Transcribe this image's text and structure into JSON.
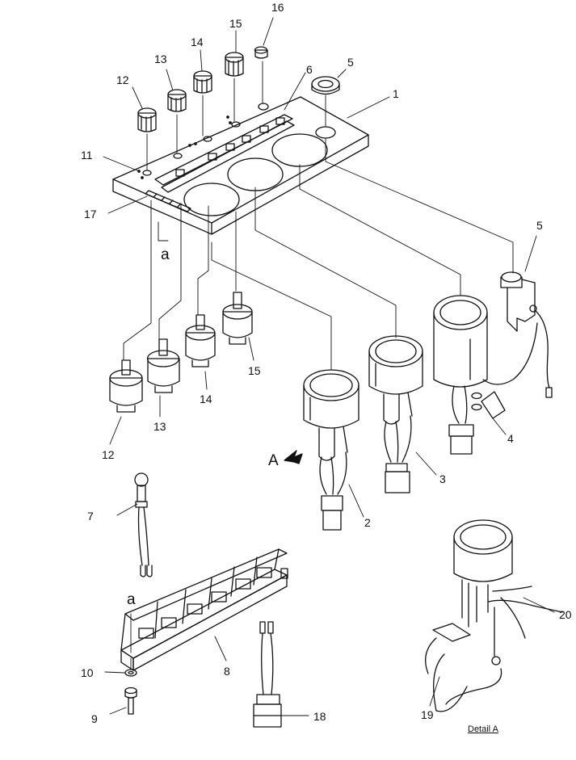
{
  "callouts": {
    "n1": "1",
    "n2": "2",
    "n3": "3",
    "n4": "4",
    "n5a": "5",
    "n5b": "5",
    "n6": "6",
    "n7": "7",
    "n8": "8",
    "n9": "9",
    "n10": "10",
    "n11": "11",
    "n12a": "12",
    "n12b": "12",
    "n13a": "13",
    "n13b": "13",
    "n14a": "14",
    "n14b": "14",
    "n15a": "15",
    "n15b": "15",
    "n16": "16",
    "n17": "17",
    "n18": "18",
    "n19": "19",
    "n20": "20"
  },
  "refs": {
    "a_top": "a",
    "a_bottom": "a",
    "view_A": "A"
  },
  "detail_label": "Detail A"
}
